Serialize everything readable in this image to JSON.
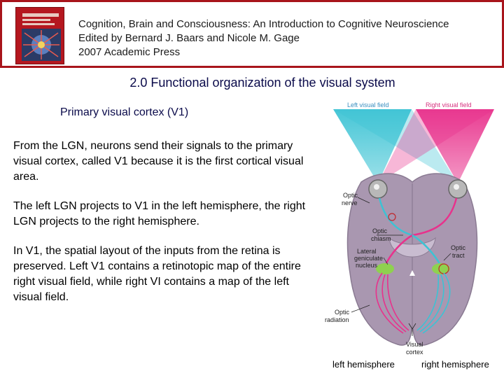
{
  "header": {
    "citation_lines": [
      "Cognition, Brain and Consciousness: An Introduction to Cognitive Neuroscience",
      "Edited by Bernard J. Baars and Nicole M. Gage",
      "2007 Academic Press"
    ]
  },
  "slide": {
    "title": "2.0 Functional organization of the visual system",
    "subtitle": "Primary visual cortex (V1)",
    "paragraphs": [
      "From the LGN, neurons send their signals to the primary visual cortex, called V1 because it is the first cortical visual area.",
      "The left LGN projects to V1 in the left hemisphere, the right LGN projects to the right hemisphere.",
      " In V1, the spatial layout of the inputs from the retina is preserved. Left V1 contains a retinotopic map of the entire right visual field, while right VI contains a map of the left visual field."
    ]
  },
  "diagram": {
    "labels": {
      "left_visual_field": "Left visual field",
      "right_visual_field": "Right visual field",
      "optic_nerve": [
        "Optic",
        "nerve"
      ],
      "optic_chiasm": [
        "Optic",
        "chiasm"
      ],
      "lateral_geniculate_nucleus": [
        "Lateral",
        "geniculate",
        "nucleus"
      ],
      "optic_tract": [
        "Optic",
        "tract"
      ],
      "optic_radiation": [
        "Optic",
        "radiation"
      ],
      "visual_cortex": [
        "Visual",
        "cortex"
      ]
    },
    "colors": {
      "left_field": "#3cc3d4",
      "right_field": "#e8328c",
      "brain": "#a997b0",
      "lgn": "#8fd14f"
    }
  },
  "hemisphere_labels": {
    "left": "left  hemisphere",
    "right": "right hemisphere"
  }
}
